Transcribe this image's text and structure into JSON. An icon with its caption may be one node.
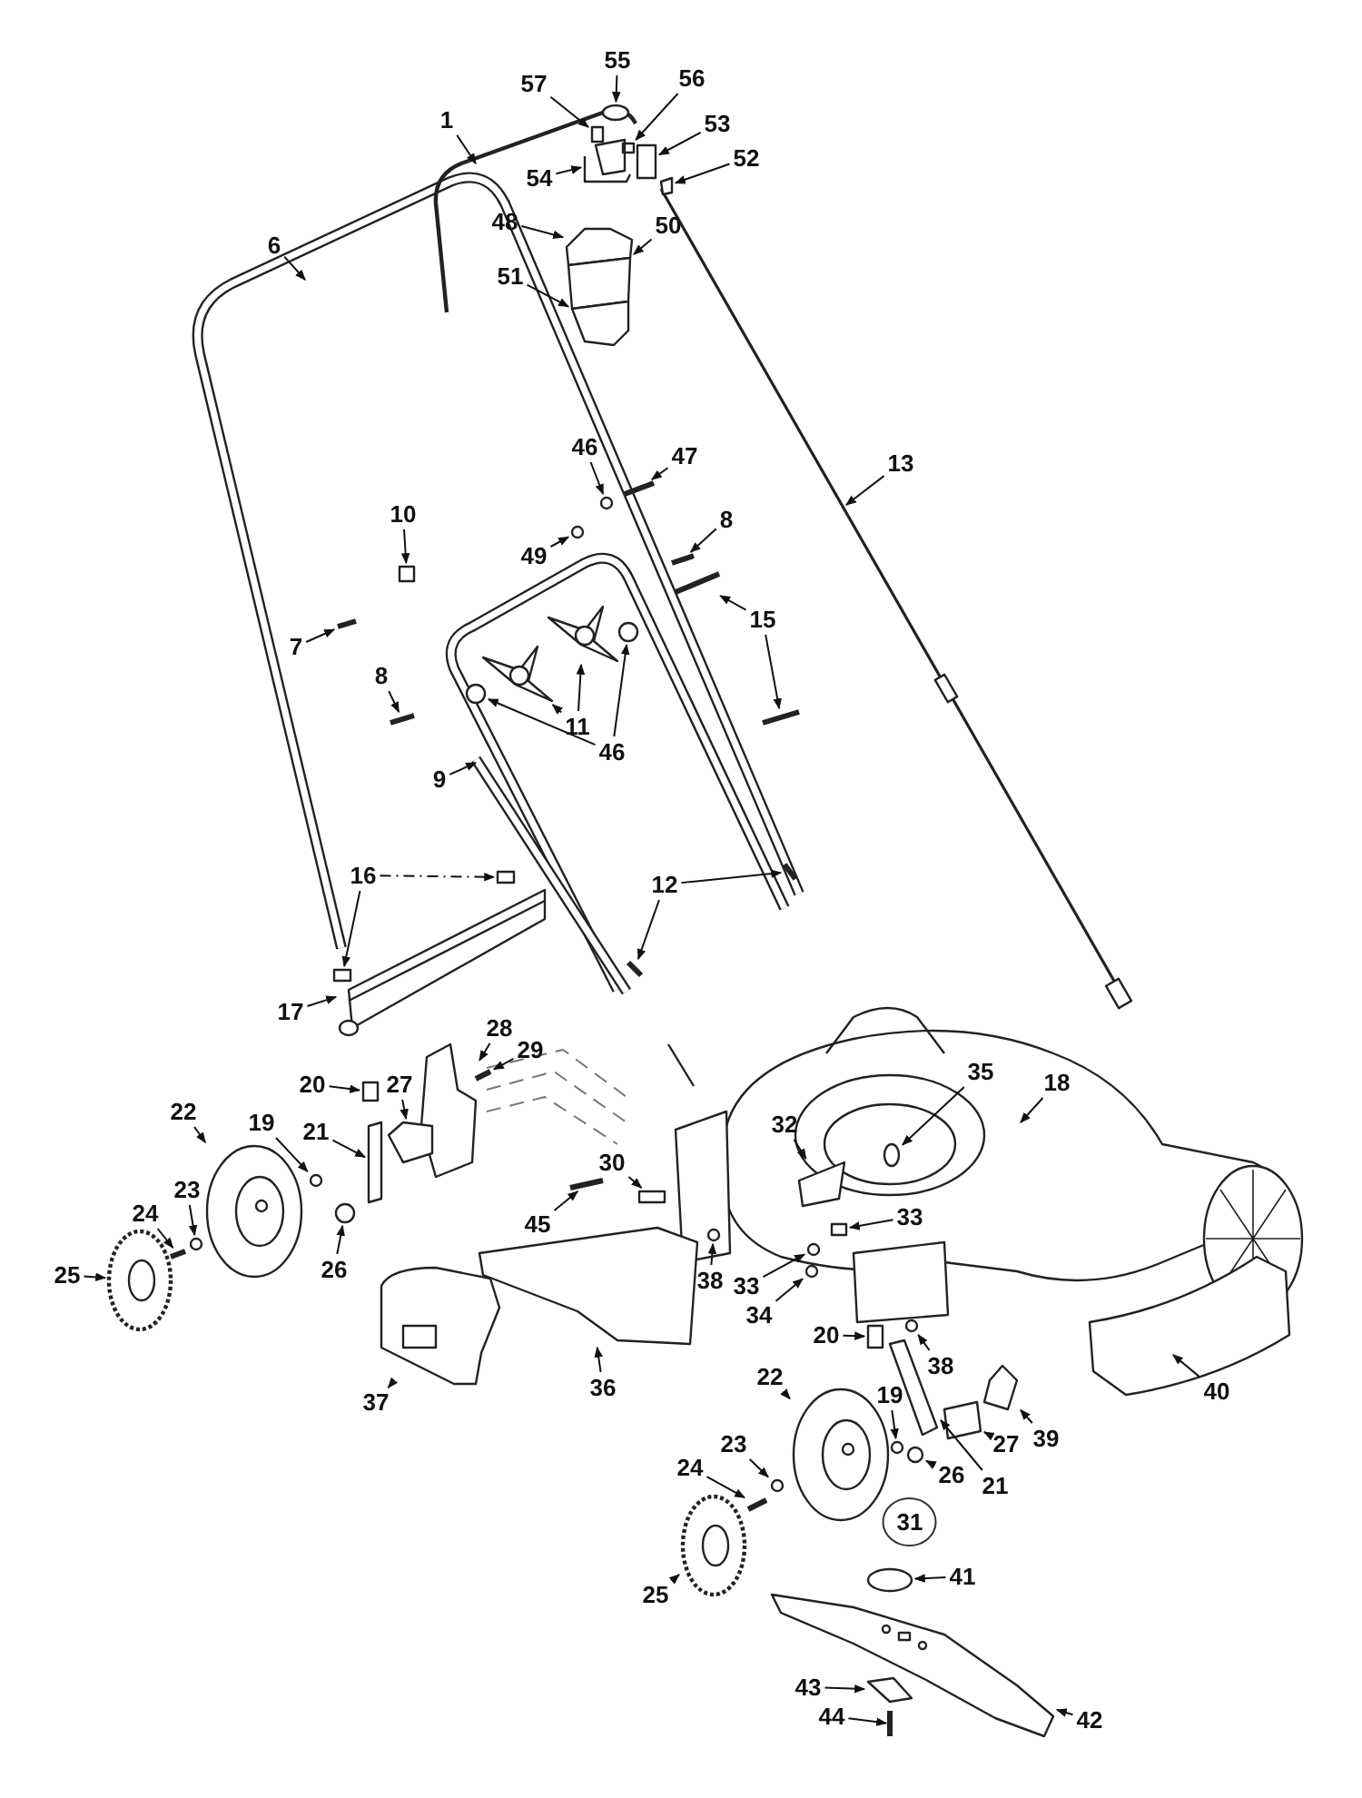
{
  "diagram": {
    "nodes": [
      {
        "text": [
          "1"
        ]
      },
      {
        "text": [
          "55"
        ]
      },
      {
        "text": [
          "57"
        ]
      },
      {
        "text": [
          "56"
        ]
      },
      {
        "text": [
          "53"
        ]
      },
      {
        "text": [
          "52"
        ]
      },
      {
        "text": [
          "54"
        ]
      },
      {
        "text": [
          "48"
        ]
      },
      {
        "text": [
          "50"
        ]
      },
      {
        "text": [
          "51"
        ]
      },
      {
        "text": [
          "6"
        ]
      },
      {
        "text": [
          "13"
        ]
      },
      {
        "text": [
          "46"
        ]
      },
      {
        "text": [
          "47"
        ]
      },
      {
        "text": [
          "49"
        ]
      },
      {
        "text": [
          "10"
        ]
      },
      {
        "text": [
          "8"
        ]
      },
      {
        "text": [
          "7"
        ]
      },
      {
        "text": [
          "15"
        ]
      },
      {
        "text": [
          "11"
        ]
      },
      {
        "text": [
          "8"
        ]
      },
      {
        "text": [
          "46"
        ]
      },
      {
        "text": [
          "9"
        ]
      },
      {
        "text": [
          "16"
        ]
      },
      {
        "text": [
          "12"
        ]
      },
      {
        "text": [
          "17"
        ]
      },
      {
        "text": [
          "28"
        ]
      },
      {
        "text": [
          "29"
        ]
      },
      {
        "text": [
          "20"
        ]
      },
      {
        "text": [
          "27"
        ]
      },
      {
        "text": [
          "21"
        ]
      },
      {
        "text": [
          "22"
        ]
      },
      {
        "text": [
          "19"
        ]
      },
      {
        "text": [
          "23"
        ]
      },
      {
        "text": [
          "24"
        ]
      },
      {
        "text": [
          "25"
        ]
      },
      {
        "text": [
          "26"
        ]
      },
      {
        "text": [
          "30"
        ]
      },
      {
        "text": [
          "45"
        ]
      },
      {
        "text": [
          "32"
        ]
      },
      {
        "text": [
          "35"
        ]
      },
      {
        "text": [
          "18"
        ]
      },
      {
        "text": [
          "33"
        ]
      },
      {
        "text": [
          "33"
        ]
      },
      {
        "text": [
          "34"
        ]
      },
      {
        "text": [
          "38"
        ]
      },
      {
        "text": [
          "37"
        ]
      },
      {
        "text": [
          "36"
        ]
      },
      {
        "text": [
          "20"
        ]
      },
      {
        "text": [
          "38"
        ]
      },
      {
        "text": [
          "39"
        ]
      },
      {
        "text": [
          "40"
        ]
      },
      {
        "text": [
          "22"
        ]
      },
      {
        "text": [
          "19"
        ]
      },
      {
        "text": [
          "27"
        ]
      },
      {
        "text": [
          "26"
        ]
      },
      {
        "text": [
          "21"
        ]
      },
      {
        "text": [
          "31"
        ]
      },
      {
        "text": [
          "23"
        ]
      },
      {
        "text": [
          "24"
        ]
      },
      {
        "text": [
          "25"
        ]
      },
      {
        "text": [
          "41"
        ]
      },
      {
        "text": [
          "43"
        ]
      },
      {
        "text": [
          "42"
        ]
      },
      {
        "text": [
          "44"
        ]
      },
      {
        "text": [],
        "shape": "circle"
      },
      {
        "text": [],
        "shape": "box"
      },
      {
        "text": [],
        "shape": "box"
      },
      {
        "text": [],
        "shape": "box"
      },
      {
        "text": [],
        "shape": "box"
      },
      {
        "text": [],
        "shape": "picture"
      },
      {
        "text": [],
        "shape": "box"
      },
      {
        "text": [],
        "shape": "box"
      },
      {
        "text": [],
        "shape": "box"
      },
      {
        "text": [],
        "shape": "circle"
      },
      {
        "text": [],
        "shape": "bar"
      },
      {
        "text": [],
        "shape": "circle"
      },
      {
        "text": [],
        "shape": "box"
      },
      {
        "text": [],
        "shape": "bar"
      },
      {
        "text": [],
        "shape": "bar"
      },
      {
        "text": [],
        "shape": "bar"
      },
      {
        "text": [],
        "shape": "bar"
      },
      {
        "text": [],
        "shape": "picture"
      },
      {
        "text": [],
        "shape": "picture"
      },
      {
        "text": [],
        "shape": "bar"
      },
      {
        "text": [],
        "shape": "circle"
      },
      {
        "text": [],
        "shape": "circle"
      },
      {
        "text": [],
        "shape": "box"
      },
      {
        "text": [],
        "shape": "box"
      },
      {
        "text": [],
        "shape": "bar"
      },
      {
        "text": [],
        "shape": "bar"
      },
      {
        "text": [],
        "shape": "picture"
      },
      {
        "text": [],
        "shape": "box"
      },
      {
        "text": [],
        "shape": "bar"
      },
      {
        "text": [],
        "shape": "box"
      },
      {
        "text": [],
        "shape": "box"
      },
      {
        "text": [],
        "shape": "box"
      },
      {
        "text": [],
        "shape": "picture"
      },
      {
        "text": [],
        "shape": "circle"
      },
      {
        "text": [],
        "shape": "circle"
      },
      {
        "text": [],
        "shape": "bar"
      },
      {
        "text": [],
        "shape": "picture"
      },
      {
        "text": [],
        "shape": "circle"
      },
      {
        "text": [],
        "shape": "box"
      },
      {
        "text": [],
        "shape": "bar"
      },
      {
        "text": [],
        "shape": "box"
      },
      {
        "text": [],
        "shape": "circle"
      },
      {
        "text": [],
        "shape": "box"
      },
      {
        "text": [],
        "shape": "circle"
      },
      {
        "text": [],
        "shape": "circle"
      },
      {
        "text": [],
        "shape": "circle"
      },
      {
        "text": [],
        "shape": "picture"
      },
      {
        "text": [],
        "shape": "box"
      },
      {
        "text": [],
        "shape": "box"
      },
      {
        "text": [],
        "shape": "circle"
      },
      {
        "text": [],
        "shape": "box"
      },
      {
        "text": [],
        "shape": "picture"
      },
      {
        "text": [],
        "shape": "circle"
      },
      {
        "text": [],
        "shape": "box"
      },
      {
        "text": [],
        "shape": "circle"
      },
      {
        "text": [],
        "shape": "box"
      },
      {
        "text": [],
        "shape": "circle"
      },
      {
        "text": [],
        "shape": "bar"
      },
      {
        "text": [],
        "shape": "picture"
      },
      {
        "text": [],
        "shape": "circle"
      },
      {
        "text": [],
        "shape": "box"
      },
      {
        "text": [],
        "shape": "picture"
      },
      {
        "text": [],
        "shape": "bar"
      }
    ],
    "edges": [
      {
        "from": 0,
        "to": null,
        "arrow": "to"
      },
      {
        "from": 1,
        "to": 65,
        "arrow": "to"
      },
      {
        "from": 2,
        "to": 66,
        "arrow": "to"
      },
      {
        "from": 3,
        "to": 67,
        "arrow": "to"
      },
      {
        "from": 4,
        "to": 68,
        "arrow": "to"
      },
      {
        "from": 5,
        "to": 69,
        "arrow": "to"
      },
      {
        "from": 6,
        "to": 70,
        "arrow": "to"
      },
      {
        "from": 7,
        "to": 71,
        "arrow": "to"
      },
      {
        "from": 8,
        "to": 72,
        "arrow": "to"
      },
      {
        "from": 9,
        "to": 73,
        "arrow": "to"
      },
      {
        "from": 10,
        "to": null,
        "arrow": "to"
      },
      {
        "from": 11,
        "to": null,
        "arrow": "to"
      },
      {
        "from": 12,
        "to": 74,
        "arrow": "to"
      },
      {
        "from": 13,
        "to": 75,
        "arrow": "to"
      },
      {
        "from": 14,
        "to": 76,
        "arrow": "to"
      },
      {
        "from": 15,
        "to": 77,
        "arrow": "to"
      },
      {
        "from": 16,
        "to": 78,
        "arrow": "to"
      },
      {
        "from": 17,
        "to": 79,
        "arrow": "to"
      },
      {
        "from": 18,
        "to": 80,
        "arrow": "to"
      },
      {
        "from": 18,
        "to": 81,
        "arrow": "to"
      },
      {
        "from": 19,
        "to": 82,
        "arrow": "to"
      },
      {
        "from": 19,
        "to": 83,
        "arrow": "to"
      },
      {
        "from": 20,
        "to": 84,
        "arrow": "to"
      },
      {
        "from": 21,
        "to": 85,
        "arrow": "to"
      },
      {
        "from": 21,
        "to": 86,
        "arrow": "to"
      },
      {
        "from": 22,
        "to": null,
        "arrow": "to"
      },
      {
        "from": 23,
        "to": 87,
        "arrow": "to"
      },
      {
        "from": 23,
        "to": 88,
        "arrow": "to",
        "style": "dashed"
      },
      {
        "from": 24,
        "to": 89,
        "arrow": "to"
      },
      {
        "from": 24,
        "to": 90,
        "arrow": "to"
      },
      {
        "from": 25,
        "to": 91,
        "arrow": "to"
      },
      {
        "from": 26,
        "to": 92,
        "arrow": "to"
      },
      {
        "from": 27,
        "to": 93,
        "arrow": "to"
      },
      {
        "from": 28,
        "to": 94,
        "arrow": "to"
      },
      {
        "from": 29,
        "to": 95,
        "arrow": "to"
      },
      {
        "from": 30,
        "to": 96,
        "arrow": "to"
      },
      {
        "from": 31,
        "to": 97,
        "arrow": "to"
      },
      {
        "from": 32,
        "to": 98,
        "arrow": "to"
      },
      {
        "from": 33,
        "to": 99,
        "arrow": "to"
      },
      {
        "from": 34,
        "to": 100,
        "arrow": "to"
      },
      {
        "from": 35,
        "to": 101,
        "arrow": "to"
      },
      {
        "from": 36,
        "to": 102,
        "arrow": "to"
      },
      {
        "from": 37,
        "to": 103,
        "arrow": "to"
      },
      {
        "from": 38,
        "to": 104,
        "arrow": "to"
      },
      {
        "from": 39,
        "to": 105,
        "arrow": "to"
      },
      {
        "from": 40,
        "to": 106,
        "arrow": "to"
      },
      {
        "from": 41,
        "to": null,
        "arrow": "to"
      },
      {
        "from": 42,
        "to": 107,
        "arrow": "to"
      },
      {
        "from": 43,
        "to": 108,
        "arrow": "to"
      },
      {
        "from": 44,
        "to": 109,
        "arrow": "to"
      },
      {
        "from": 45,
        "to": 110,
        "arrow": "to"
      },
      {
        "from": 46,
        "to": 111,
        "arrow": "to"
      },
      {
        "from": 47,
        "to": 112,
        "arrow": "to"
      },
      {
        "from": 48,
        "to": 113,
        "arrow": "to"
      },
      {
        "from": 49,
        "to": 114,
        "arrow": "to"
      },
      {
        "from": 50,
        "to": 115,
        "arrow": "to"
      },
      {
        "from": 51,
        "to": null,
        "arrow": "to"
      },
      {
        "from": 52,
        "to": 116,
        "arrow": "to"
      },
      {
        "from": 53,
        "to": 117,
        "arrow": "to"
      },
      {
        "from": 54,
        "to": 118,
        "arrow": "to"
      },
      {
        "from": 55,
        "to": 119,
        "arrow": "to"
      },
      {
        "from": 56,
        "to": 120,
        "arrow": "to"
      },
      {
        "from": 58,
        "to": 121,
        "arrow": "to"
      },
      {
        "from": 59,
        "to": 122,
        "arrow": "to"
      },
      {
        "from": 60,
        "to": 123,
        "arrow": "to"
      },
      {
        "from": 61,
        "to": 124,
        "arrow": "to"
      },
      {
        "from": 62,
        "to": 125,
        "arrow": "to"
      },
      {
        "from": 63,
        "to": 126,
        "arrow": "to"
      },
      {
        "from": 64,
        "to": 127,
        "arrow": "to"
      }
    ]
  }
}
